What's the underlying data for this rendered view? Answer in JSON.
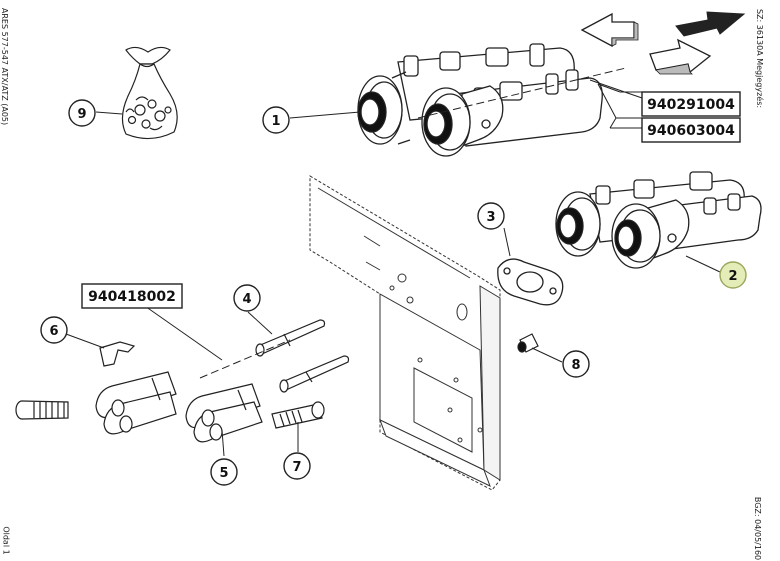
{
  "margins": {
    "left_top": "ARES 577-547 ATX/ATZ (A05)",
    "left_bottom": "Oldal 1",
    "right_top": "SZ: 36130A  Megjegyzés:",
    "right_bottom": "BGZ: 04/05/160"
  },
  "part_numbers": [
    {
      "id": "pn-940291004",
      "text": "940291004"
    },
    {
      "id": "pn-940603004",
      "text": "940603004"
    },
    {
      "id": "pn-940418002",
      "text": "940418002"
    }
  ],
  "callouts": [
    {
      "id": "1",
      "label": "1",
      "highlighted": false
    },
    {
      "id": "2",
      "label": "2",
      "highlighted": true
    },
    {
      "id": "3",
      "label": "3",
      "highlighted": false
    },
    {
      "id": "4",
      "label": "4",
      "highlighted": false
    },
    {
      "id": "5",
      "label": "5",
      "highlighted": false
    },
    {
      "id": "6",
      "label": "6",
      "highlighted": false
    },
    {
      "id": "7",
      "label": "7",
      "highlighted": false
    },
    {
      "id": "8",
      "label": "8",
      "highlighted": false
    },
    {
      "id": "9",
      "label": "9",
      "highlighted": false
    }
  ],
  "colors": {
    "line": "#222222",
    "highlight_fill": "#e4ecb8",
    "highlight_stroke": "#9aa55a",
    "arrow_dark": "#222222"
  }
}
